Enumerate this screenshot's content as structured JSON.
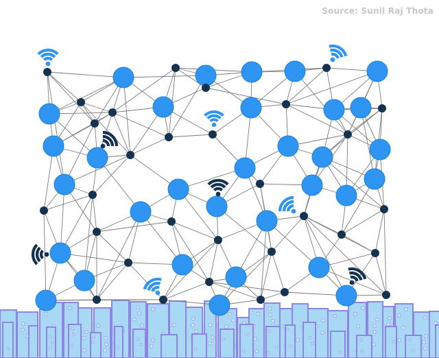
{
  "source_credit": "Source: Sunil Raj Thota",
  "colors": {
    "background": "#ffffff",
    "edge": "#7a7a7a",
    "large_node_fill": "#2f95f3",
    "large_node_stroke": "#1f7fd6",
    "small_node": "#163251",
    "wifi_light": "#2f95f3",
    "wifi_dark": "#163251",
    "building_fill": "#a9d8f5",
    "building_stroke": "#8e84e6",
    "building_window": "#d9f0ff",
    "ground": "#e4e8f6"
  },
  "node_types": [
    "access-node",
    "relay-node"
  ],
  "icons": [
    "wifi-icon",
    "city-skyline"
  ]
}
